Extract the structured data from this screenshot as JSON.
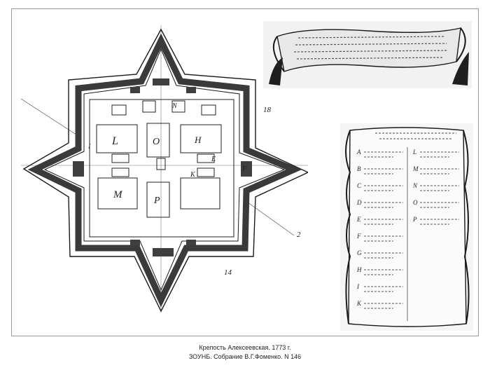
{
  "caption": {
    "line1": "Крепость  Алексеевская. 1773 г.",
    "line2": "ЗОУНБ. Собрание В.Г.Фоменко. N 146"
  },
  "plan": {
    "block_labels": [
      "L",
      "O",
      "H",
      "M",
      "P"
    ],
    "gate_labels": [
      "N",
      "K",
      "E",
      "F",
      "I"
    ],
    "numbers": [
      "18",
      "14",
      "2"
    ]
  },
  "legend": {
    "letters": [
      "A",
      "B",
      "C",
      "D",
      "E",
      "F",
      "G",
      "H",
      "I",
      "K",
      "L",
      "M",
      "N",
      "O",
      "P"
    ]
  },
  "colors": {
    "ink": "#1a1a1a",
    "rampart_fill": "#5a5a5a",
    "paper": "#ffffff"
  }
}
